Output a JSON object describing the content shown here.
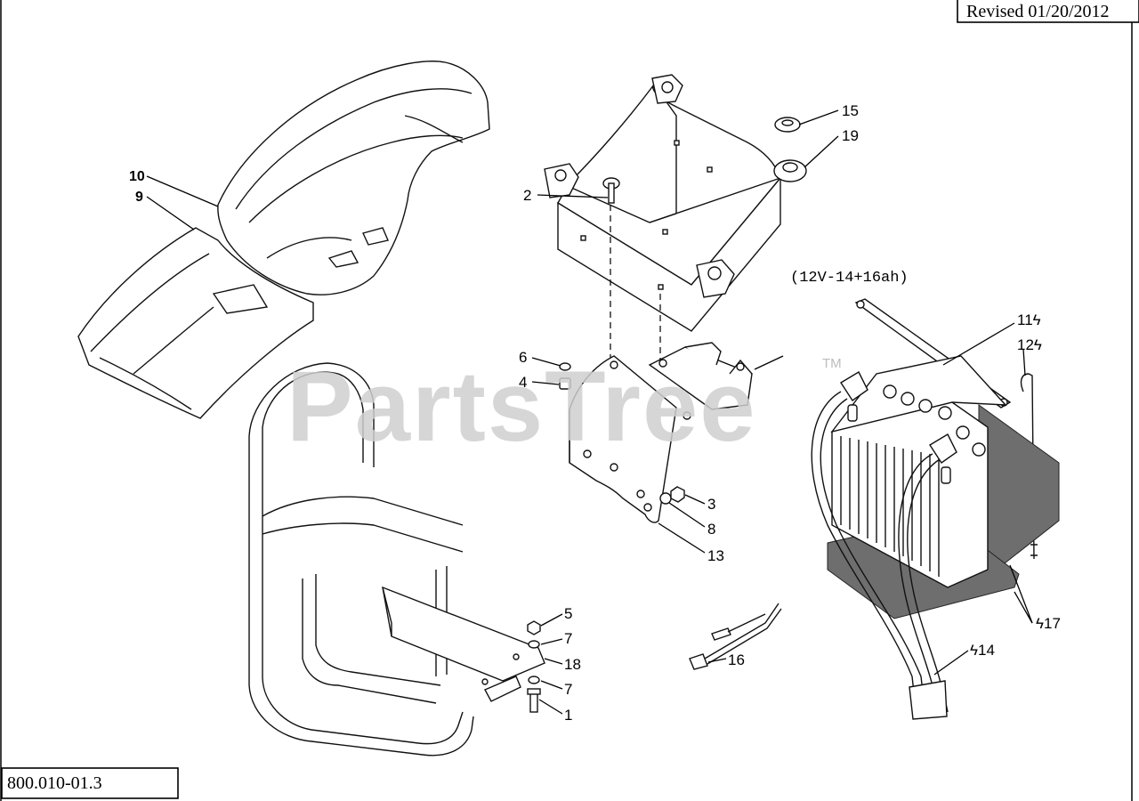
{
  "header": {
    "revised": "Revised 01/20/2012"
  },
  "footer": {
    "diagram_number": "800.010-01.3"
  },
  "watermark": {
    "text": "PartsTree",
    "trademark": "TM",
    "color": "#cfcfcf"
  },
  "battery_spec": "(12V-14+16ah)",
  "callouts": {
    "c1": "1",
    "c2": "2",
    "c3": "3",
    "c4": "4",
    "c5": "5",
    "c6": "6",
    "c7a": "7",
    "c7b": "7",
    "c8": "8",
    "c9": "9",
    "c10": "10",
    "c11": "11ϟ",
    "c12": "12ϟ",
    "c13": "13",
    "c14": "ϟ14",
    "c15": "15",
    "c16": "16",
    "c17": "ϟ17",
    "c18": "18",
    "c19": "19"
  }
}
